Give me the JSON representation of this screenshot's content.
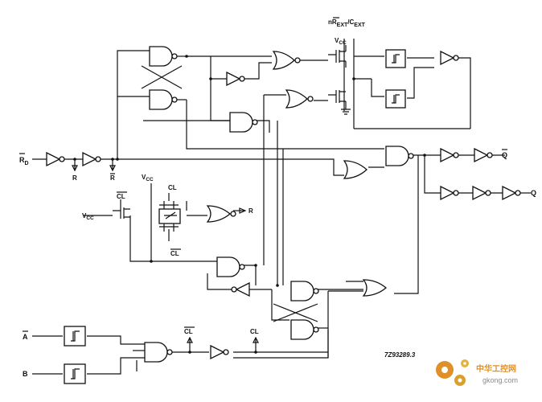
{
  "labels": {
    "rd": "R",
    "rd_sub": "D",
    "r_out1": "R",
    "r_out2": "R",
    "r_gate": "R",
    "next": "nR",
    "next_sub1": "EXT",
    "next_sep": "/C",
    "next_sub2": "EXT",
    "vcc_top": "V",
    "vcc_top_sub": "CC",
    "vcc_mid": "V",
    "vcc_mid_sub": "CC",
    "vcc_left": "V",
    "vcc_left_sub": "CC",
    "cl_bar_left": "CL",
    "cl_top": "CL",
    "cl_bar_bottom": "CL",
    "q_bar": "Q",
    "q": "Q",
    "input_a": "A",
    "input_b": "B",
    "cl_bar_out": "CL",
    "cl_out": "CL",
    "ref_code": "7Z93289.3"
  },
  "watermark": {
    "brand": "中华工控网",
    "url": "gkong.com",
    "logo_color": "#e0902a"
  }
}
